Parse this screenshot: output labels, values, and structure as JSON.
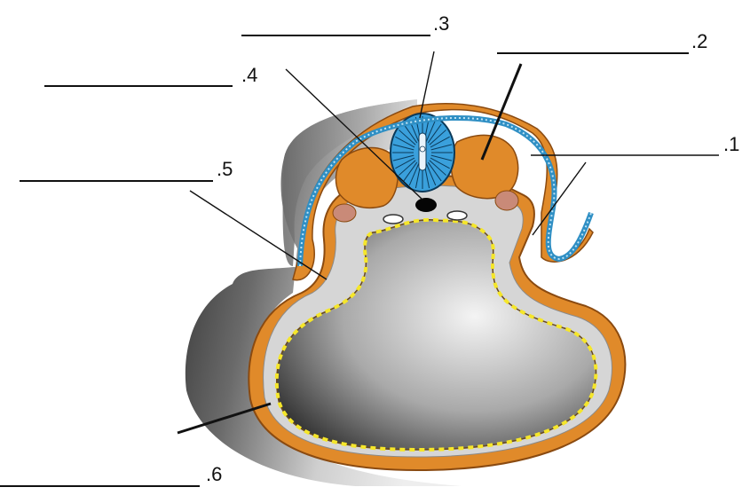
{
  "labels": [
    {
      "id": "1",
      "text": ".1"
    },
    {
      "id": "2",
      "text": ".2"
    },
    {
      "id": "3",
      "text": ".3"
    },
    {
      "id": "4",
      "text": ".4"
    },
    {
      "id": "5",
      "text": ".5"
    },
    {
      "id": "6",
      "text": ".6"
    }
  ],
  "colors": {
    "tissue_orange": "#e08a2a",
    "tissue_outline": "#8a4a10",
    "neural_tube_blue": "#3aa0dc",
    "ectoderm_blue": "#2f8fc4",
    "endoderm_yellow": "#f5e62a",
    "somite_pink": "#c98a78",
    "body_grey_dark": "#3a3a3a",
    "body_grey_light": "#e8e8e8",
    "mesenchyme_grey": "#d4d4d4"
  }
}
